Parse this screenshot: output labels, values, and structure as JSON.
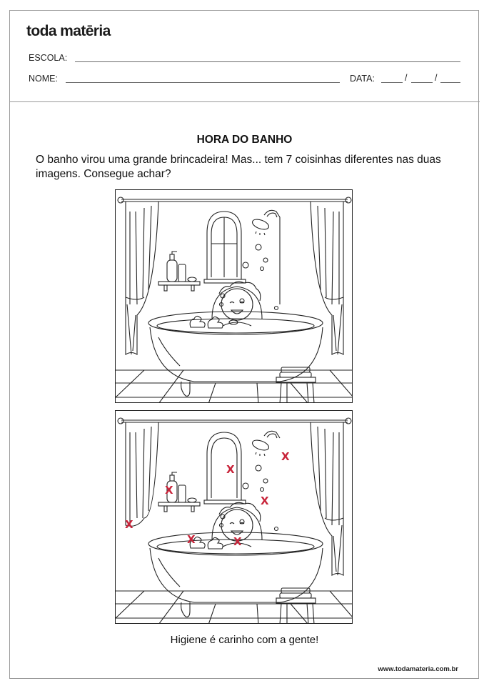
{
  "header": {
    "logo": "toda matēria",
    "school_label": "ESCOLA:",
    "name_label": "NOME:",
    "date_label": "DATA:",
    "date_separators": [
      "/",
      "/"
    ]
  },
  "activity": {
    "title": "HORA DO BANHO",
    "instructions": "O banho virou uma grande brincadeira! Mas... tem 7 coisinhas diferentes nas duas imagens. Consegue achar?",
    "differences_count": 7
  },
  "images": [
    {
      "name": "original-bathroom-scene",
      "description": "Child bathing in clawfoot tub with curtains, arched window, shower, shelf with bottles, rubber ducks, bubbles, stool with towels"
    },
    {
      "name": "modified-bathroom-scene",
      "description": "Same scene with 7 differences marked by red X"
    }
  ],
  "difference_marks": [
    {
      "id": 1,
      "label": "X",
      "location": "window panes",
      "color": "#c8243a"
    },
    {
      "id": 2,
      "label": "X",
      "location": "shower pipe",
      "color": "#c8243a"
    },
    {
      "id": 3,
      "label": "X",
      "location": "lotion bottle",
      "color": "#c8243a"
    },
    {
      "id": 4,
      "label": "X",
      "location": "child hair",
      "color": "#c8243a"
    },
    {
      "id": 5,
      "label": "X",
      "location": "left curtain tie",
      "color": "#c8243a"
    },
    {
      "id": 6,
      "label": "X",
      "location": "rubber duck",
      "color": "#c8243a"
    },
    {
      "id": 7,
      "label": "X",
      "location": "soap in tub",
      "color": "#c8243a"
    }
  ],
  "footer": {
    "caption": "Higiene é carinho com a gente!",
    "website": "www.todamateria.com.br"
  }
}
